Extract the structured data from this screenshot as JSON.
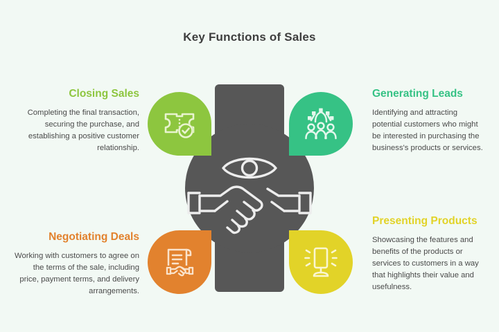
{
  "page": {
    "title": "Key Functions of Sales",
    "background_color": "#F2F9F4",
    "center_color": "#575757",
    "body_text_color": "#4A4A4A"
  },
  "center": {
    "icon_top": "eye-icon",
    "icon_bottom": "handshake-icon"
  },
  "quadrants": [
    {
      "key": "closing-sales",
      "heading": "Closing Sales",
      "body": "Completing the final transaction, securing the purchase, and establishing a positive customer relationship.",
      "color": "#8DC63F",
      "icon": "ticket-check-icon",
      "position": "top-left"
    },
    {
      "key": "generating-leads",
      "heading": "Generating Leads",
      "body": "Identifying and attracting potential customers who might be interested in purchasing the business's products or services.",
      "color": "#36C285",
      "icon": "people-network-icon",
      "position": "top-right"
    },
    {
      "key": "negotiating-deals",
      "heading": "Negotiating Deals",
      "body": "Working with customers to agree on the terms of the sale, including price, payment terms, and delivery arrangements.",
      "color": "#E2822E",
      "icon": "contract-handshake-icon",
      "position": "bottom-left"
    },
    {
      "key": "presenting-products",
      "heading": "Presenting Products",
      "body": "Showcasing the features and benefits of the products or services to customers in a way that highlights their value and usefulness.",
      "color": "#E2D328",
      "icon": "presentation-board-icon",
      "position": "bottom-right"
    }
  ]
}
